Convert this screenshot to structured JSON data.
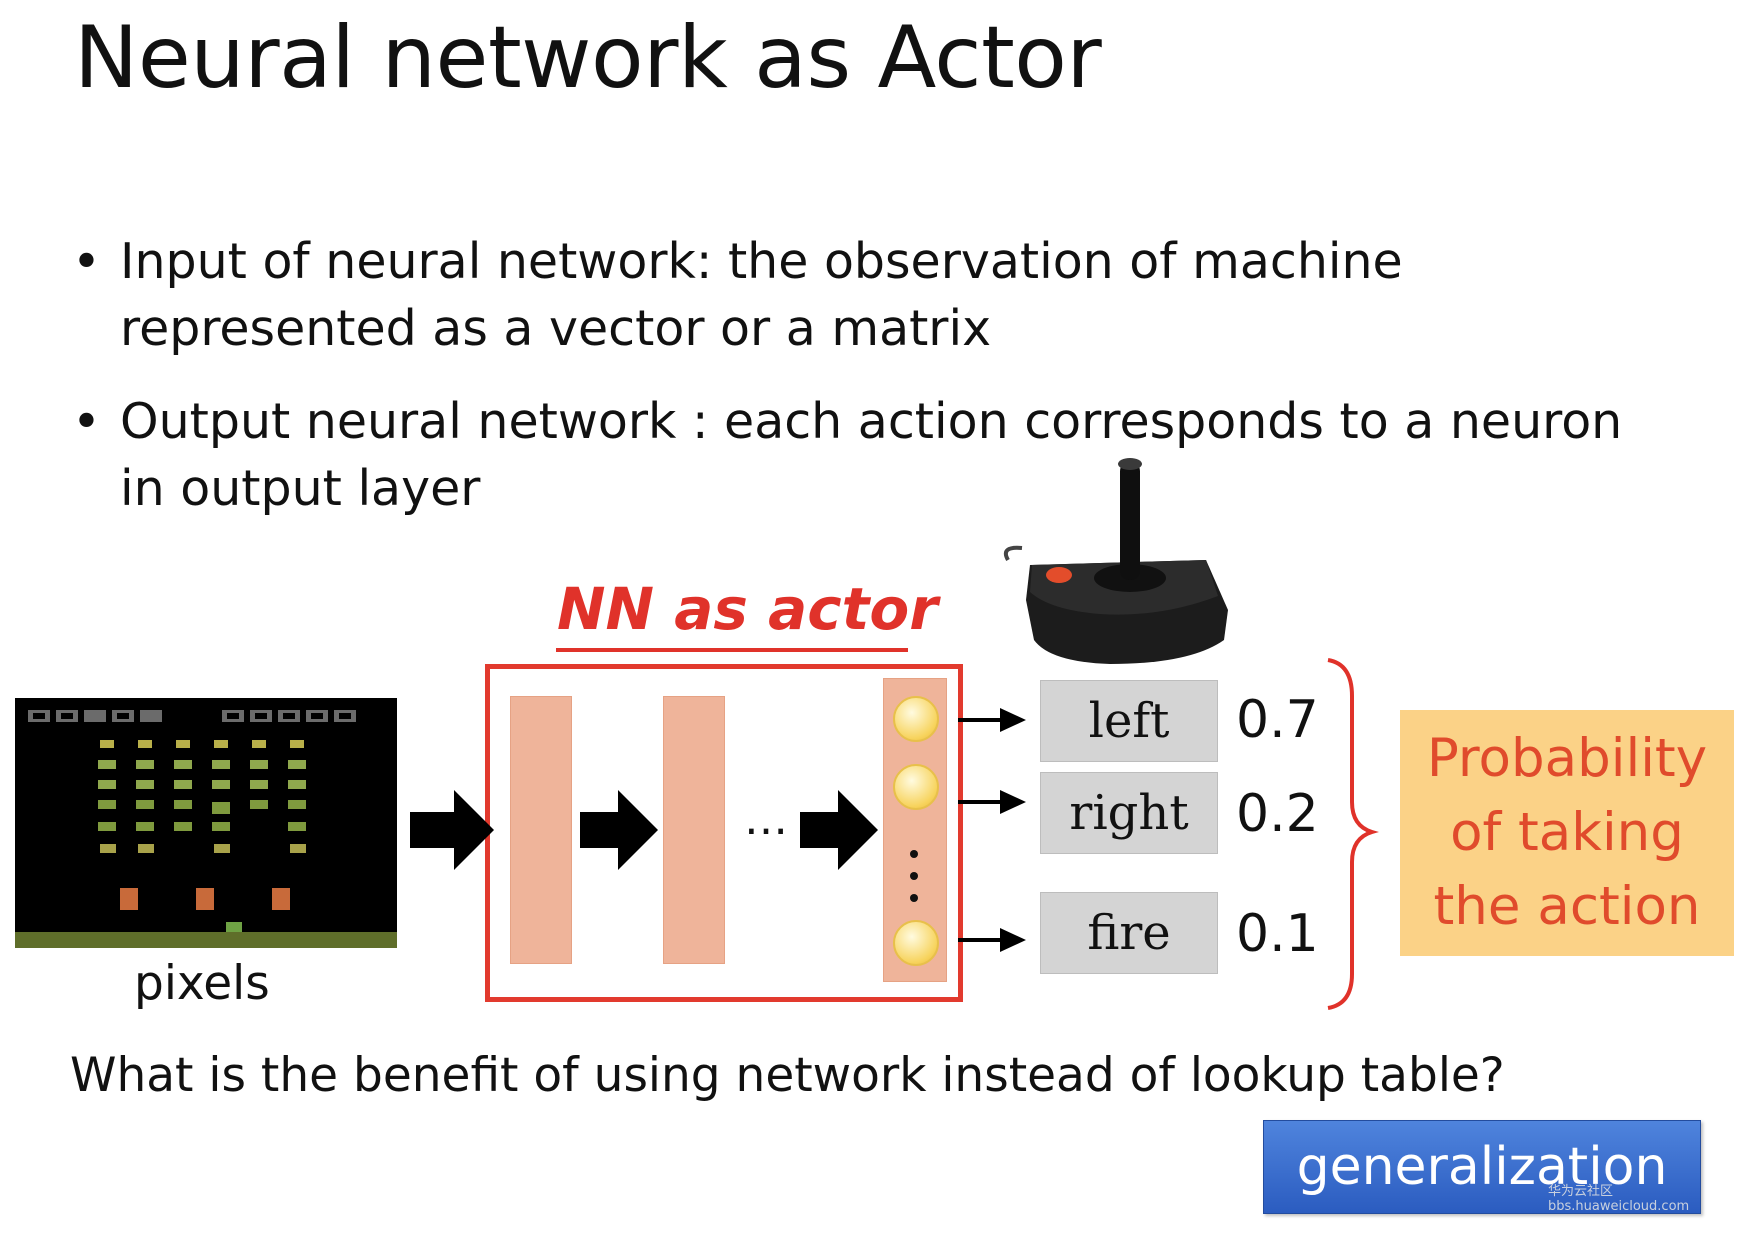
{
  "slide": {
    "title": "Neural network as Actor",
    "bullets": [
      "Input of neural network: the observation of machine represented as a vector or a matrix",
      "Output neural network : each action corresponds to a neuron in output layer"
    ],
    "nn_label": "NN as actor",
    "input_caption": "pixels",
    "ellipsis": "…",
    "actions": [
      {
        "label": "left",
        "prob": "0.7"
      },
      {
        "label": "right",
        "prob": "0.2"
      },
      {
        "label": "fire",
        "prob": "0.1"
      }
    ],
    "prob_caption": [
      "Probability",
      "of taking",
      "the action"
    ],
    "question": "What is the benefit of using network instead of lookup table?",
    "answer": "generalization",
    "watermark": [
      "华为云社区",
      "bbs.huaweicloud.com"
    ],
    "colors": {
      "accent_red": "#e0322a",
      "layer_fill": "#efb49a",
      "neuron_fill": "#f7d35c",
      "action_box": "#d4d4d4",
      "prob_box": "#fbd287",
      "answer_box": "#3a6fd0"
    },
    "icons": {
      "game": "space-invaders-screenshot",
      "controller": "atari-joystick"
    }
  }
}
